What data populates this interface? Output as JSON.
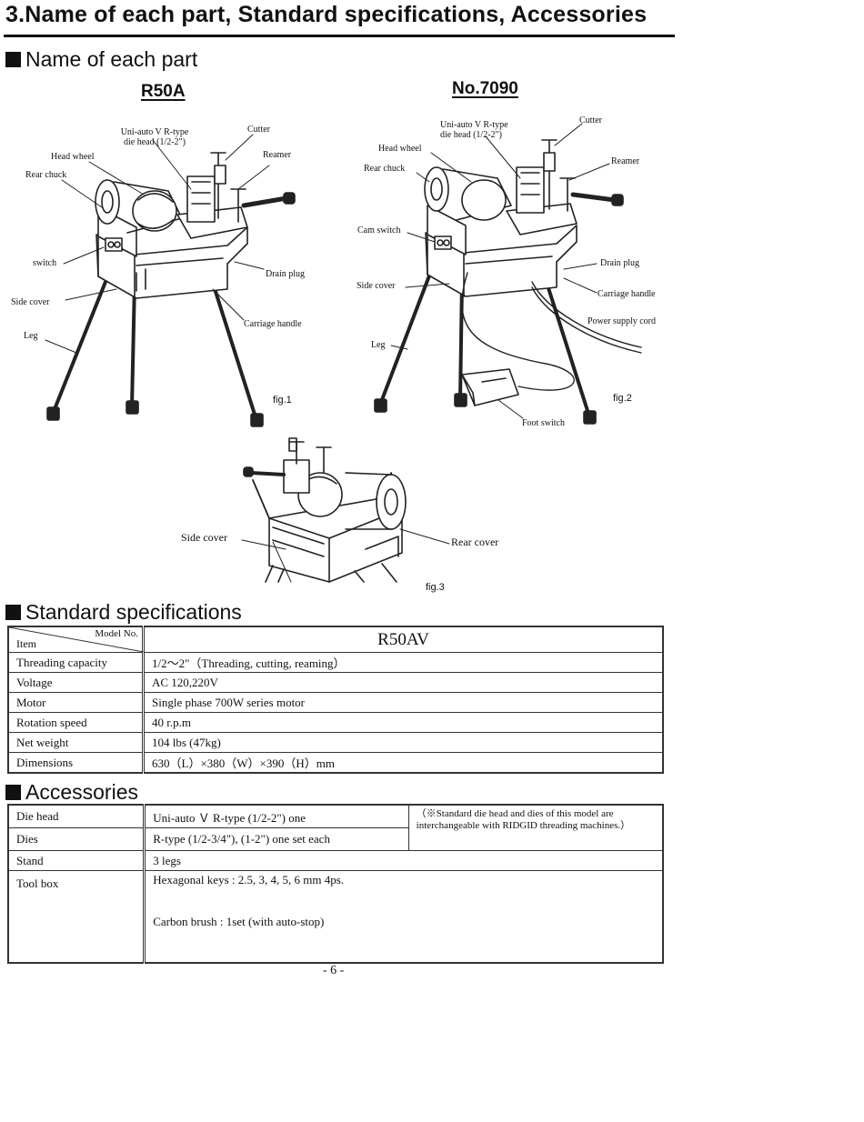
{
  "page": {
    "title": "3.Name of each part, Standard specifications, Accessories",
    "page_number": "- 6 -"
  },
  "parts": {
    "heading": "Name of each part",
    "model_a": "R50A",
    "model_b": "No.7090",
    "fig1": {
      "caption": "fig.1",
      "labels": {
        "die_head": "Uni-auto V R-type\ndie head (1/2-2\")",
        "cutter": "Cutter",
        "head_wheel": "Head wheel",
        "reamer": "Reamer",
        "rear_chuck": "Rear chuck",
        "switch": "switch",
        "drain_plug": "Drain plug",
        "side_cover": "Side cover",
        "carriage_handle": "Carriage handle",
        "leg": "Leg"
      }
    },
    "fig2": {
      "caption": "fig.2",
      "labels": {
        "die_head": "Uni-auto V R-type\ndie head (1/2-2\")",
        "cutter": "Cutter",
        "head_wheel": "Head wheel",
        "reamer": "Reamer",
        "rear_chuck": "Rear chuck",
        "cam_switch": "Cam switch",
        "drain_plug": "Drain plug",
        "side_cover": "Side cover",
        "carriage_handle": "Carriage handle",
        "power_cord": "Power supply cord",
        "leg": "Leg",
        "foot_switch": "Foot switch"
      }
    },
    "fig3": {
      "caption": "fig.3",
      "labels": {
        "side_cover": "Side cover",
        "rear_cover": "Rear cover"
      }
    }
  },
  "specs": {
    "heading": "Standard specifications",
    "header_item": "Item",
    "header_model_no": "Model No.",
    "model": "R50AV",
    "rows": [
      {
        "item": "Threading capacity",
        "value": "1/2～2\"（Threading, cutting, reaming）"
      },
      {
        "item": "Voltage",
        "value": "AC 120,220V"
      },
      {
        "item": "Motor",
        "value": "Single phase 700W series motor"
      },
      {
        "item": "Rotation speed",
        "value": "40 r.p.m"
      },
      {
        "item": "Net weight",
        "value": "104 lbs (47kg)"
      },
      {
        "item": "Dimensions",
        "value": "630（L）×380（W）×390（H）mm"
      }
    ]
  },
  "accessories": {
    "heading": "Accessories",
    "rows": [
      {
        "item": "Die head",
        "value": "Uni-auto Ｖ R-type (1/2-2\") one"
      },
      {
        "item": "Dies",
        "value": "R-type (1/2-3/4\"), (1-2\") one set each"
      },
      {
        "item": "Stand",
        "value": "3 legs"
      },
      {
        "item": "Tool box",
        "value_line1": "Hexagonal keys : 2.5, 3, 4, 5, 6 mm 4ps.",
        "value_line2": "Carbon brush : 1set (with auto-stop)"
      }
    ],
    "note": "（※Standard die head and dies of this model are interchangeable with RIDGID threading machines.）"
  }
}
